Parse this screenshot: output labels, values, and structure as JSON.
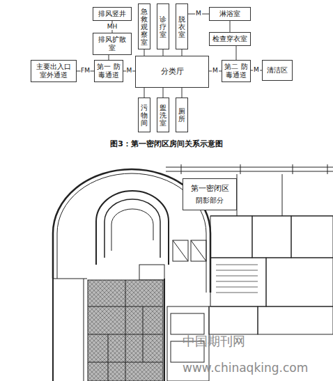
{
  "diagram": {
    "caption": "图3：第一密闭区房间关系示意图",
    "nodes": [
      {
        "text": [
          "排风竖井"
        ]
      },
      {
        "text": [
          "急救观察室"
        ]
      },
      {
        "text": [
          "诊疗室"
        ]
      },
      {
        "text": [
          "脱衣室"
        ]
      },
      {
        "text": [
          "淋浴室"
        ]
      },
      {
        "text": [
          "排风扩散室"
        ]
      },
      {
        "text": [
          "检查穿衣室"
        ]
      },
      {
        "text": [
          "主要出入口 室外通道"
        ]
      },
      {
        "text": [
          "第一 防毒通道"
        ]
      },
      {
        "text": [
          "分类厅"
        ]
      },
      {
        "text": [
          "第二 防毒通道"
        ]
      },
      {
        "text": [
          "清洁区"
        ]
      },
      {
        "text": [
          "污物间"
        ]
      },
      {
        "text": [
          "盥洗室"
        ]
      },
      {
        "text": [
          "厕所"
        ]
      },
      {
        "text": [
          "第一密闭区",
          "阴影部分"
        ]
      }
    ],
    "edges": [
      {
        "from": 0,
        "to": 5,
        "label": "MH",
        "arrow": "none"
      },
      {
        "from": 5,
        "to": 8,
        "arrow": "none"
      },
      {
        "from": 7,
        "to": 8,
        "label": "FM",
        "arrow": "none"
      },
      {
        "from": 8,
        "to": 9,
        "label": "M",
        "arrow": "none"
      },
      {
        "from": 1,
        "to": 9,
        "arrow": "none"
      },
      {
        "from": 2,
        "to": 9,
        "arrow": "none"
      },
      {
        "from": 3,
        "to": 9,
        "arrow": "none"
      },
      {
        "from": 3,
        "to": 4,
        "label": "M",
        "arrow": "none"
      },
      {
        "from": 4,
        "to": 6,
        "arrow": "none"
      },
      {
        "from": 6,
        "to": 10,
        "arrow": "none"
      },
      {
        "from": 9,
        "to": 10,
        "label": "M",
        "arrow": "none"
      },
      {
        "from": 10,
        "to": 11,
        "label": "M",
        "arrow": "none"
      },
      {
        "from": 12,
        "to": 9,
        "arrow": "none"
      },
      {
        "from": 13,
        "to": 9,
        "arrow": "none"
      },
      {
        "from": 14,
        "to": 9,
        "arrow": "none"
      }
    ],
    "labels": [
      "中国期刊网",
      "www.chinaqking.com"
    ]
  }
}
